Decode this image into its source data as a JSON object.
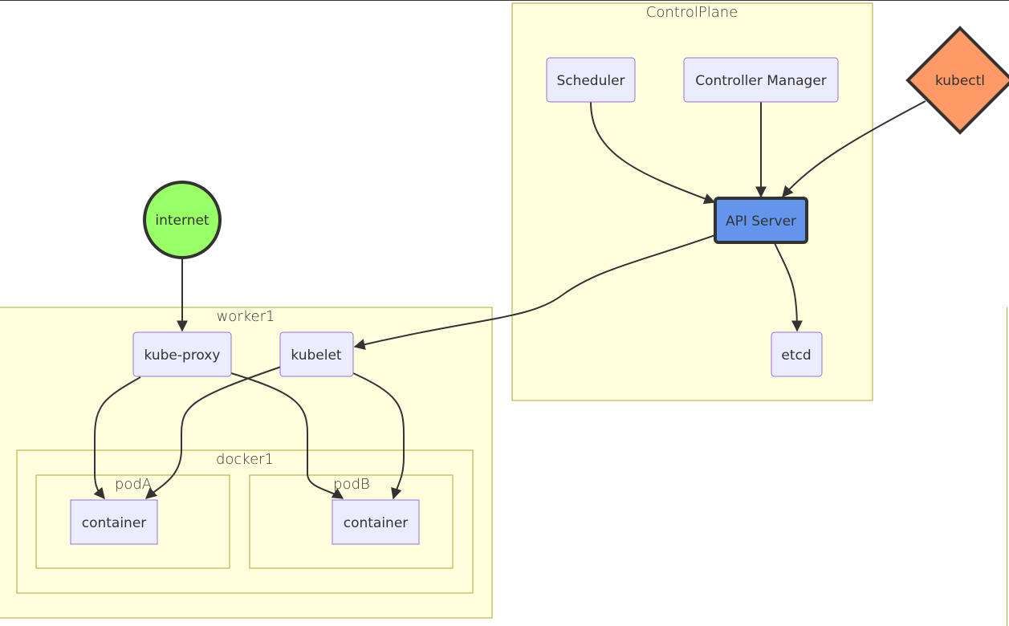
{
  "diagram": {
    "clusters": {
      "control_plane": "ControlPlane",
      "worker1": "worker1",
      "docker1": "docker1",
      "podA": "podA",
      "podB": "podB"
    },
    "nodes": {
      "scheduler": "Scheduler",
      "controller_manager": "Controller Manager",
      "kubectl": "kubectl",
      "api_server": "API Server",
      "etcd": "etcd",
      "internet": "internet",
      "kube_proxy": "kube-proxy",
      "kubelet": "kubelet",
      "container_a": "container",
      "container_b": "container"
    },
    "colors": {
      "cluster_fill": "#ffffde",
      "cluster_stroke": "#aaaa33",
      "node_fill": "#ececff",
      "node_stroke": "#9370db",
      "internet_fill": "#99ff66",
      "kubectl_fill": "#ff9966",
      "api_server_fill": "#6495ed",
      "edge": "#333333"
    }
  }
}
